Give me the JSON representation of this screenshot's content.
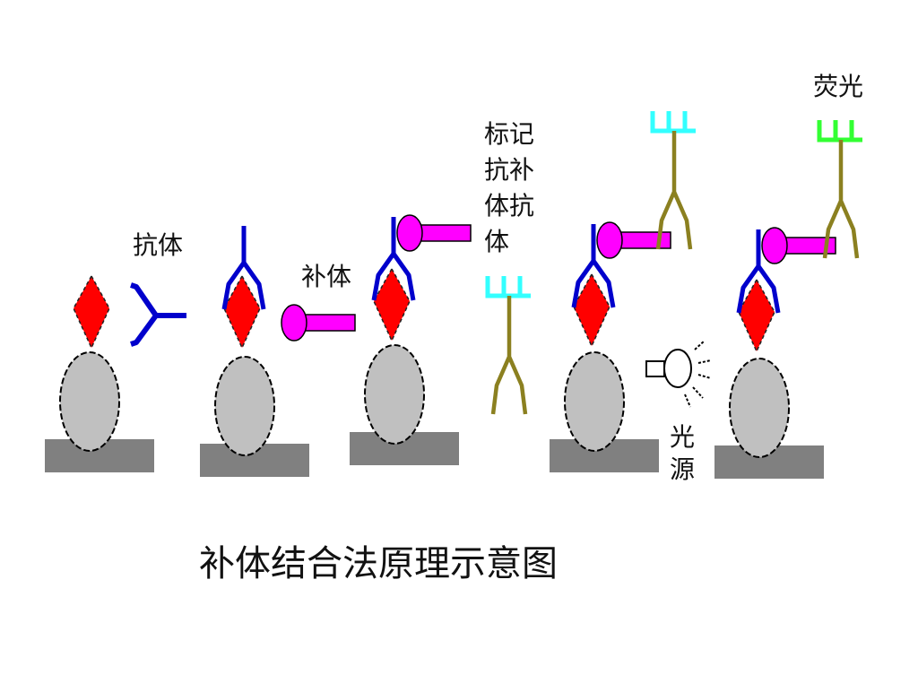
{
  "labels": {
    "antibody": "抗体",
    "complement": "补体",
    "labeled_anti_complement_antibody": "标记抗补体抗体",
    "fluorescence": "荧光",
    "light_source": "光源"
  },
  "title": "补体结合法原理示意图",
  "colors": {
    "antigen": "#ff0000",
    "antibody": "#0000cc",
    "complement": "#ff00ff",
    "anti_antibody": "#8b8020",
    "label_inactive": "#33ffff",
    "label_fluorescent": "#33ff33",
    "cell": "#c0c0c0",
    "base": "#808080"
  }
}
